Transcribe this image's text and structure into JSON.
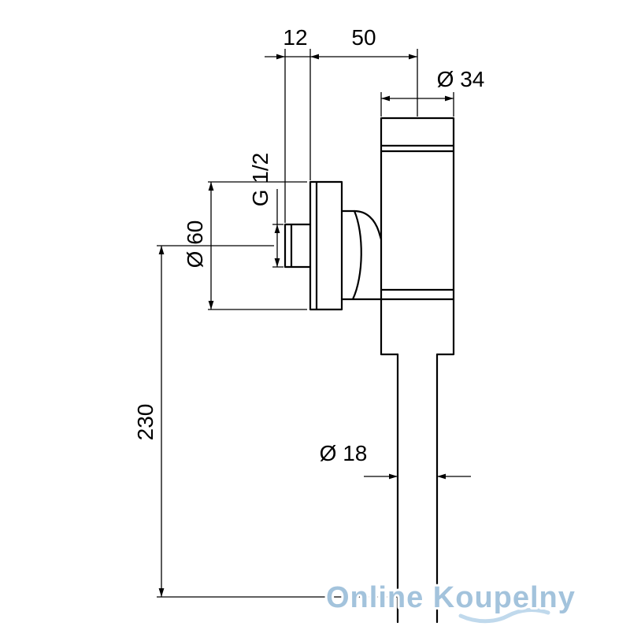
{
  "drawing": {
    "line_color": "#000000",
    "dimensions": {
      "nut_offset": "12",
      "wall_to_axis": "50",
      "body_diameter": "Ø 34",
      "thread_size": "G 1/2",
      "flange_diameter": "Ø 60",
      "total_height": "230",
      "pipe_diameter": "Ø 18"
    }
  },
  "watermark": {
    "text": "Online Koupelny",
    "color": "#a3c3dc",
    "wave_color": "#b9d5ea"
  }
}
